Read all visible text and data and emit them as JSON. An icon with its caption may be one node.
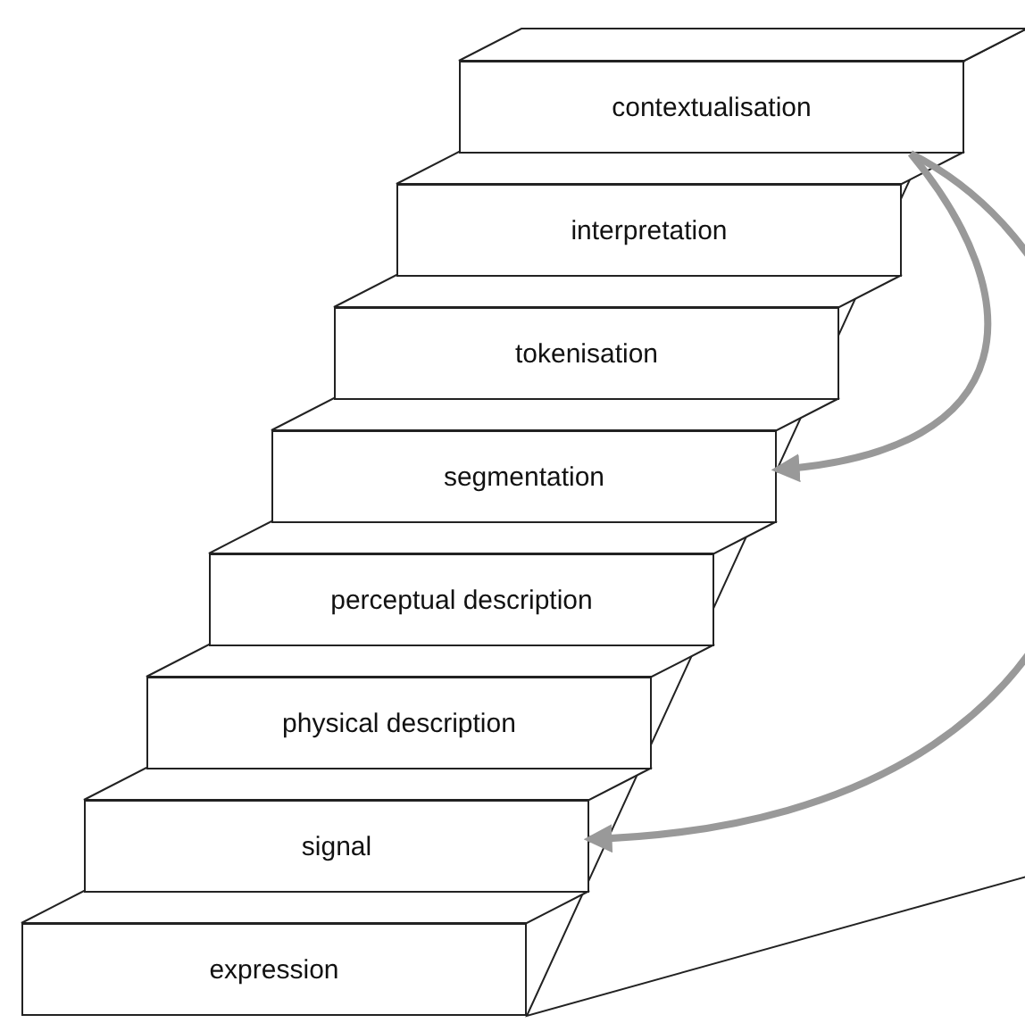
{
  "diagram": {
    "nodes": [
      {
        "text": [
          "contextualisation"
        ]
      },
      {
        "text": [
          "interpretation"
        ]
      },
      {
        "text": [
          "tokenisation"
        ]
      },
      {
        "text": [
          "segmentation"
        ]
      },
      {
        "text": [
          "perceptual description"
        ]
      },
      {
        "text": [
          "physical description"
        ]
      },
      {
        "text": [
          "signal"
        ]
      },
      {
        "text": [
          "expression"
        ]
      }
    ],
    "edges": [
      {
        "from": 0,
        "to": 3,
        "arrow": "to"
      },
      {
        "from": 0,
        "to": 6,
        "arrow": "to"
      }
    ]
  }
}
